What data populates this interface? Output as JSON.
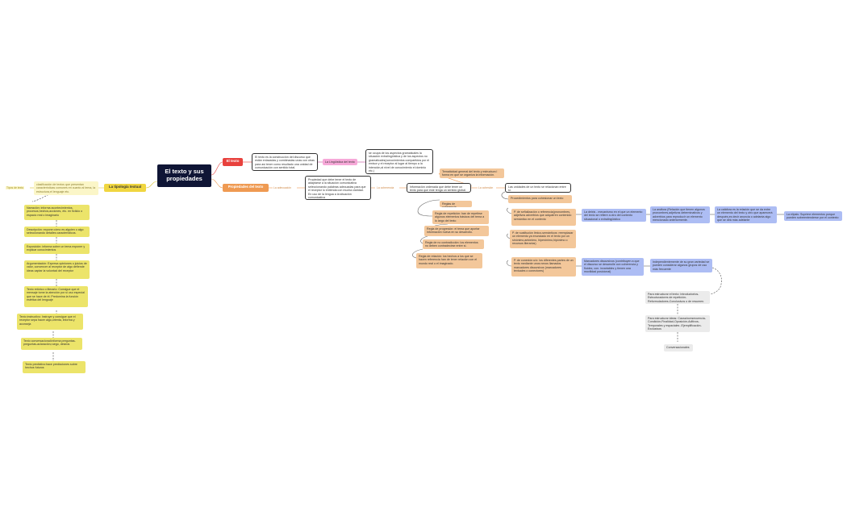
{
  "central": "El texto y sus propiedades",
  "main": {
    "el_texto": "El texto",
    "propiedades": "Propiedades del texto",
    "tipologia": "La tipología textual"
  },
  "texto_def": "El texto es la construcción del discurso que están enlazadas y combinadas unas con otras para así tener como resultado una unidad de comunicación con sentido total.",
  "linguistica_label": "La Lingüística del texto",
  "linguistica_def": "se ocupa de los aspectos gramaticales la situación extralingüística y de los aspectos no gramaticales(conocimientos compartidos por el emisor y el receptor al lugar al tiempo a la intención,al nivel de conocimiento el dominio etc.)",
  "adecuacion_label": "La adecuación",
  "adecuacion_def": "Propiedad que debe tener el texto de adaptarse a la situación comunicativa seleccionando palabras adecuadas para que el receptor lo entienda con mucha claridad. En uso de la lengua a la situación comunicativa",
  "coherencia_label": "La coherencia",
  "coherencia_def": "Información ordenada que debe tener un texto para que este tenga un sentido global.",
  "tematicidad": "Tematicidad general del texto y estructura l forma en que se organiza la información.",
  "cohesion_label": "La cohesión",
  "cohesion_def": "Las unidades de un texto se relacionan entre sí.",
  "reglas_coherencia": "Reglas de coherencia",
  "regla_repeticion": "Regla de repetición: han de repetirse algunos elementos básicos del tema a lo largo del texto",
  "regla_progresion": "Regla de progresión: el tema que aportar información nueva en su desarrollo.",
  "regla_no_contradiccion": "Regla de no contradicción: los elementos no deben contradecirse entre sí.",
  "regla_relacion": "Regla de relación: los hechos a los que se hacen referencia han de tener relación con el mundo real o el imaginado.",
  "procedimientos": "Procedimientos para cohesionar un texto",
  "proc_items": [
    "P. de señalización o referencia(pronombres, adjetivos adverbios que adquieren contenido semántico en el contexto",
    "P. de sustitución léxico-semánticos: reemplazar un elemento ya enunciado en el texto por un sinónimo,antónimo, hiperónimo,hipónimo o recursos literarios)",
    "P. de conexión u/o: los diferentes partes de un texto mediante unos nexos llamados marcadores discursivos (marcadores textuales o conectores)"
  ],
  "deixis": "La deixis - mecanismo en el que un elemento del texto se refiere a otro del contexto situacional o extralingüístico",
  "anafora": "La anáfora (Relación que tienen algunos pronombres,adjetivos determinativos y adverbios para reproducir un elemento mencionado anteriormente.",
  "catafora": "La catáfora es la relación que se da entre un elemento del texto y otro que aparecerá después,es decir anuncia o adelanta algo que se dirá más adelante",
  "elipsis": "La elipsis: Suprime elementos porque pueden sobreentenderse por el contexto",
  "marcadores": "Marcadores discursivos (contribuyen a que el discurso se desarrolle con coherencia y fluidez, con. invariables y tienen una movilidad posicional)",
  "independientemente": "Independientemente de su gran variedad se pueden considerar algunos grupos de uso más frecuente",
  "estructurar": "Para estructurar el texto: Introductorios- Estructuradores de repetición- Reformuladores-Conclusivos o de resumen.",
  "estructurar_ideas": "Para estructurar ideas: Causa/consecuencia- Condición-Finalidad-Oposición-Aditivos-Temporales y espaciales -Ejemplificación-Exclusivos",
  "conversacionales": "Conversacionales",
  "tipos_label": "Tipos de texto",
  "tipologia_def": "clasificación de textos que presentan características comunes en cuanto al tema, la estructura,el lenguaje etc.",
  "tipos": [
    "Narración: informa acontecimientos, procesos,hechos,acciones, etc. en ficticio o espacio real o imaginario",
    "Descripción: expone cómo es alguien o algo seleccionando detalles característicos.",
    "Exposición: informa sobre un tema exponer y explicar conocimientos",
    "Argumentación: Expresa opiniones o juicios de valor, convencer al receptor de algo defiende ideas captar la voluntad del receptor",
    "Texto retórico o literario: Consigue que el mensaje tome la atención por sí uso especial que se hace de él. Predomina la función estética del lenguaje",
    "Texto instructivo: Instruye y consigue que el receptor sepa hacer algo,orienta, informa y aconseja",
    "Texto conversacional:informa preguntas-preguntas-aclaración,ruego, deseos",
    "Texto predictivo:hace predicciones sobre hechos futuros"
  ],
  "colors": {
    "central": "#0f1535",
    "red": "#e8413d",
    "orange": "#ef9a52",
    "yellow": "#f0d640",
    "pink": "#f6a8d8",
    "peach": "#f3c79a",
    "blue": "#adbdf4"
  }
}
